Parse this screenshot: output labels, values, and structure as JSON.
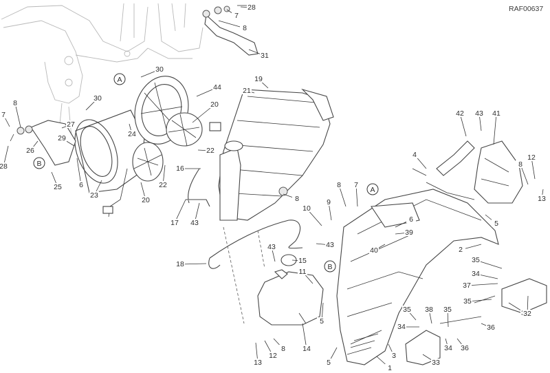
{
  "drawing_code": "RAF00637",
  "callouts": [
    "1",
    "2",
    "3",
    "4",
    "5",
    "6",
    "7",
    "8",
    "9",
    "10",
    "11",
    "12",
    "13",
    "14",
    "15",
    "16",
    "17",
    "18",
    "19",
    "20",
    "21",
    "22",
    "23",
    "24",
    "25",
    "26",
    "27",
    "28",
    "29",
    "30",
    "31",
    "32",
    "33",
    "34",
    "35",
    "36",
    "37",
    "38",
    "39",
    "40",
    "41",
    "42",
    "43",
    "44"
  ],
  "reference_markers": [
    "A",
    "B"
  ]
}
